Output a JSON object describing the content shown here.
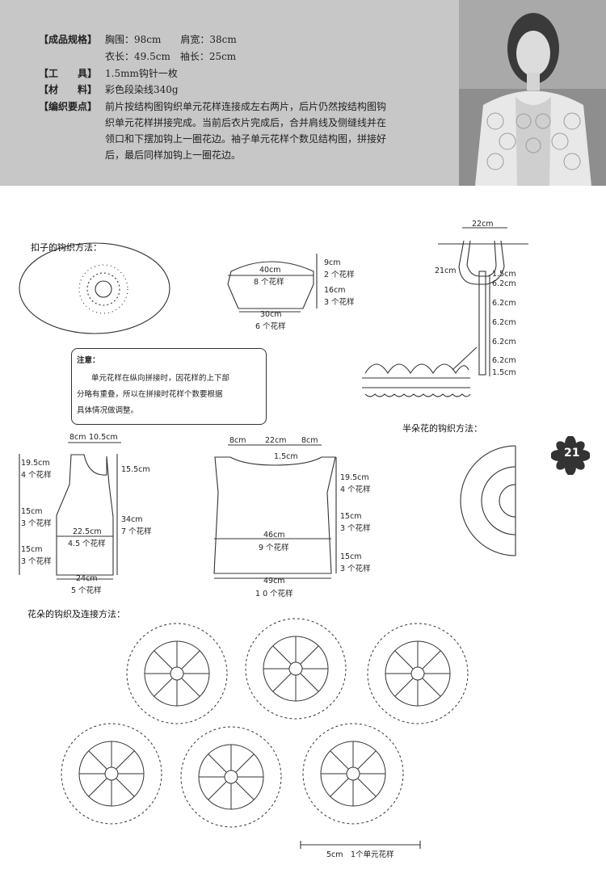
{
  "header": {
    "spec_label": "【成品规格】",
    "spec_row1": "胸围：98cm　　肩宽：38cm",
    "spec_row2": "衣长：49.5cm　袖长：25cm",
    "tool_label": "【工　　具】",
    "tool_value": "1.5mm钩针一枚",
    "material_label": "【材　　料】",
    "material_value": "彩色段染线340g",
    "points_label": "【编织要点】",
    "points_line1": "前片按结构图钩织单元花样连接成左右两片，后片仍然按结构图钩",
    "points_line2": "织单元花样拼接完成。当前后衣片完成后，合并肩线及侧缝线并在",
    "points_line3": "领口和下摆加钩上一圈花边。袖子单元花样个数见结构图，拼接好",
    "points_line4": "后，最后同样加钩上一圈花边。"
  },
  "button_section": {
    "title": "扣子的钩织方法："
  },
  "sleeve": {
    "top_width": "40cm",
    "top_count": "8 个花样",
    "bottom_width": "30cm",
    "bottom_count": "6 个花样",
    "cap_height": "9cm",
    "cap_count": "2 个花样",
    "body_height": "16cm",
    "body_count": "3 个花样"
  },
  "collar": {
    "top": "22cm",
    "side": "21cm",
    "m1": "1.5cm",
    "m2": "6.2cm",
    "m3": "6.2cm",
    "m4": "6.2cm",
    "m5": "6.2cm",
    "m6": "6.2cm",
    "m7": "1.5cm"
  },
  "note": {
    "title": "注意：",
    "line1": "单元花样在纵向拼接时，因花样的上下部",
    "line2": "分略有重叠，所以在拼接时花样个数要根据",
    "line3": "具体情况做调整。"
  },
  "front_panel": {
    "top_left": "8cm",
    "top_right": "10.5cm",
    "left_h1": "19.5cm",
    "left_c1": "4 个花样",
    "left_h2": "15cm",
    "left_c2": "3 个花样",
    "left_h3": "15cm",
    "left_c3": "3 个花样",
    "right_top": "15.5cm",
    "right_mid": "34cm",
    "right_mid_count": "7 个花样",
    "middle_width": "22.5cm",
    "middle_count": "4.5 个花样",
    "bottom_width": "24cm",
    "bottom_count": "5 个花样"
  },
  "back_panel": {
    "top_left": "8cm",
    "top_mid": "22cm",
    "top_right": "8cm",
    "neck": "1.5cm",
    "middle_width": "46cm",
    "middle_count": "9 个花样",
    "bottom_width": "49cm",
    "bottom_count": "1 0 个花样",
    "right_h1": "19.5cm",
    "right_c1": "4 个花样",
    "right_h2": "15cm",
    "right_c2": "3 个花样",
    "right_h3": "15cm",
    "right_c3": "3 个花样"
  },
  "half_flower": {
    "title": "半朵花的钩织方法：",
    "page_number": "21"
  },
  "flower_section": {
    "title": "花朵的钩织及连接方法：",
    "scale": "5cm　1个单元花样"
  }
}
